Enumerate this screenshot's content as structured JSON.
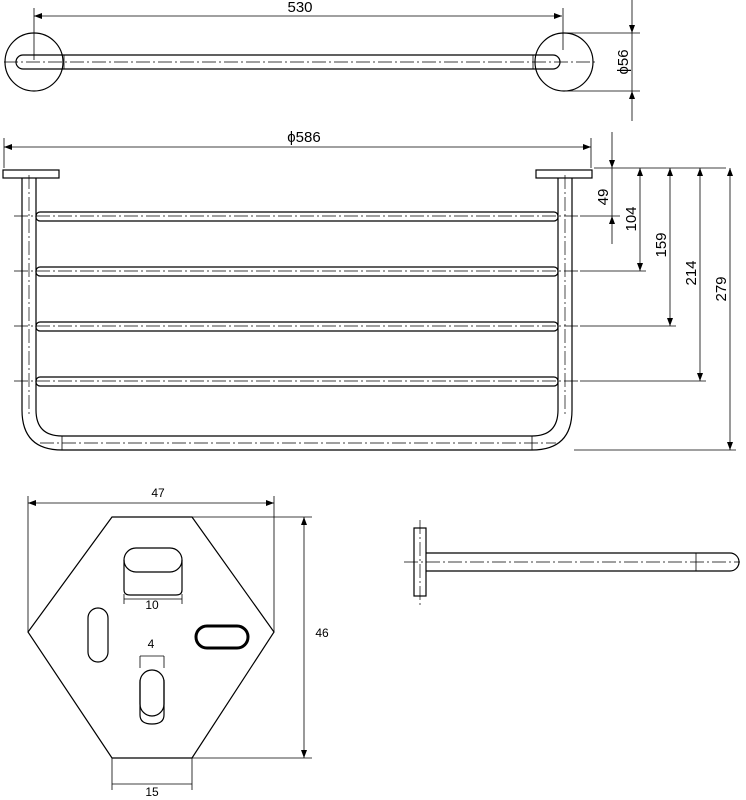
{
  "top_view": {
    "length_label": "530",
    "diameter_label": "ϕ56"
  },
  "front_view": {
    "width_label": "ϕ586",
    "heights": [
      "49",
      "104",
      "159",
      "214",
      "279"
    ]
  },
  "bracket_view": {
    "width_label": "47",
    "height_label": "46",
    "slot_width_label": "10",
    "slot_thickness_label": "4",
    "base_width_label": "15"
  }
}
